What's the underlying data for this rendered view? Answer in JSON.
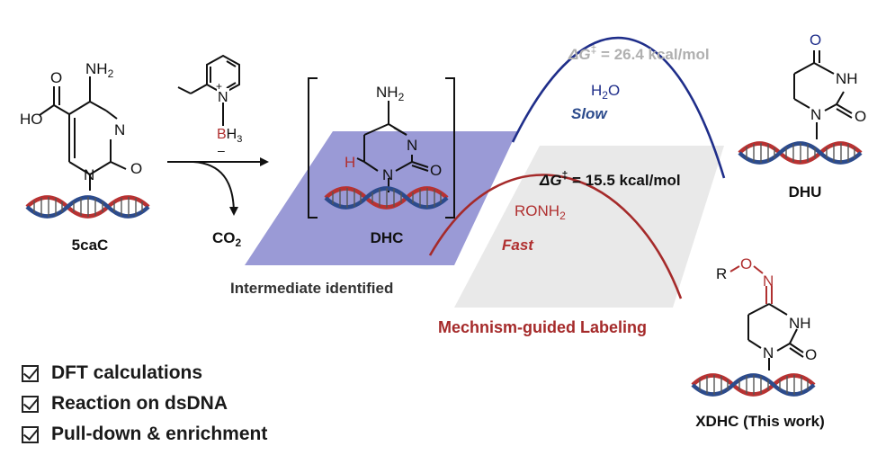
{
  "colors": {
    "blue_panel": "#9a9ad6",
    "gray_panel": "#e9e9e9",
    "blue_curve": "#1f2e8a",
    "red_curve": "#a52a2a",
    "red_text": "#b03030",
    "gray_text": "#b0b0b0",
    "dna_red": "#b83232",
    "dna_blue": "#2c4b8c"
  },
  "molecules": {
    "left": {
      "label": "5caC",
      "atoms": {
        "ho": "HO",
        "o_top": "O",
        "nh2": "NH",
        "nh2_sub": "2",
        "n3": "N",
        "n1": "N",
        "o2": "O"
      }
    },
    "reagent": {
      "plus": "+",
      "n": "N",
      "b": "B",
      "h3": "H",
      "h3_sub": "3",
      "minus": "–",
      "co2": "CO",
      "co2_sub": "2"
    },
    "middle": {
      "label": "DHC",
      "atoms": {
        "nh2": "NH",
        "nh2_sub": "2",
        "n3": "N",
        "n1": "N",
        "o2": "O",
        "h": "H"
      },
      "caption": "Intermediate identified"
    },
    "top_right": {
      "label": "DHU",
      "atoms": {
        "o4": "O",
        "nh": "NH",
        "n1": "N",
        "o2": "O"
      }
    },
    "bottom_right": {
      "label": "XDHC (This work)",
      "atoms": {
        "r": "R",
        "o": "O",
        "n_ox": "N",
        "nh": "NH",
        "n1": "N",
        "o2": "O"
      }
    }
  },
  "pathways": {
    "slow": {
      "barrier_prefix": "ΔG",
      "barrier_sup": "‡",
      "barrier_value": " = 26.4 kcal/mol",
      "reagent": "H",
      "reagent_sub": "2",
      "reagent_suffix": "O",
      "speed": "Slow"
    },
    "fast": {
      "barrier_prefix": "ΔG",
      "barrier_sup": "‡",
      "barrier_value": " = 15.5 kcal/mol",
      "reagent": "RONH",
      "reagent_sub": "2",
      "speed": "Fast"
    }
  },
  "captions": {
    "labeling": "Mechnism-guided Labeling"
  },
  "checklist": [
    "DFT calculations",
    "Reaction on dsDNA",
    "Pull-down & enrichment"
  ]
}
